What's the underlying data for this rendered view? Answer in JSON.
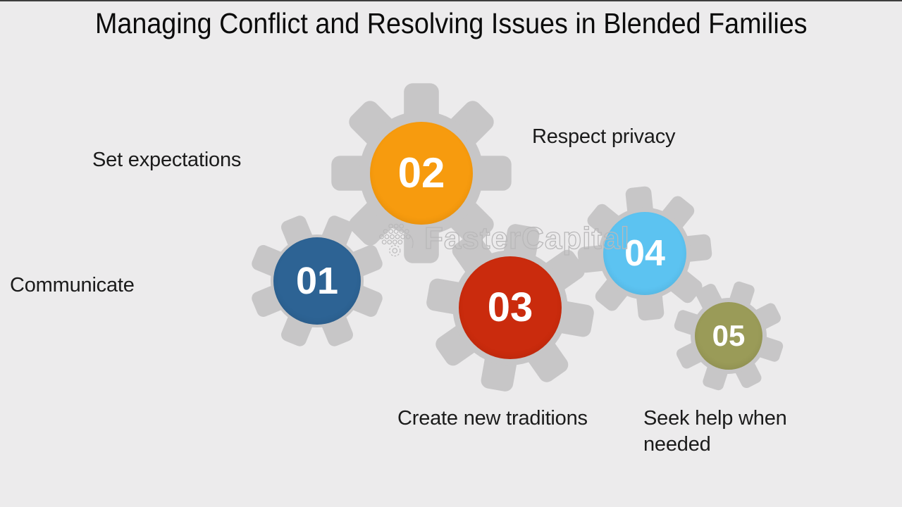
{
  "title": "Managing Conflict and Resolving Issues in Blended Families",
  "watermark": {
    "text": "FasterCapital"
  },
  "colors": {
    "background": "#ecebec",
    "gear": "#c7c6c7",
    "title_text": "#0b0b0b",
    "label_text": "#1b1b1b",
    "number_text": "#ffffff",
    "watermark_outline": "#b9b8b9",
    "top_edge": "#3d3d3d"
  },
  "steps": [
    {
      "number": "01",
      "label": "Communicate",
      "color": "#2d6394"
    },
    {
      "number": "02",
      "label": "Set expectations",
      "color": "#f79b0e"
    },
    {
      "number": "03",
      "label": "Create new traditions",
      "color": "#ca2b0d"
    },
    {
      "number": "04",
      "label": "Respect privacy",
      "color": "#5cc3f1"
    },
    {
      "number": "05",
      "label": "Seek help when needed",
      "color": "#9a9b58"
    }
  ]
}
